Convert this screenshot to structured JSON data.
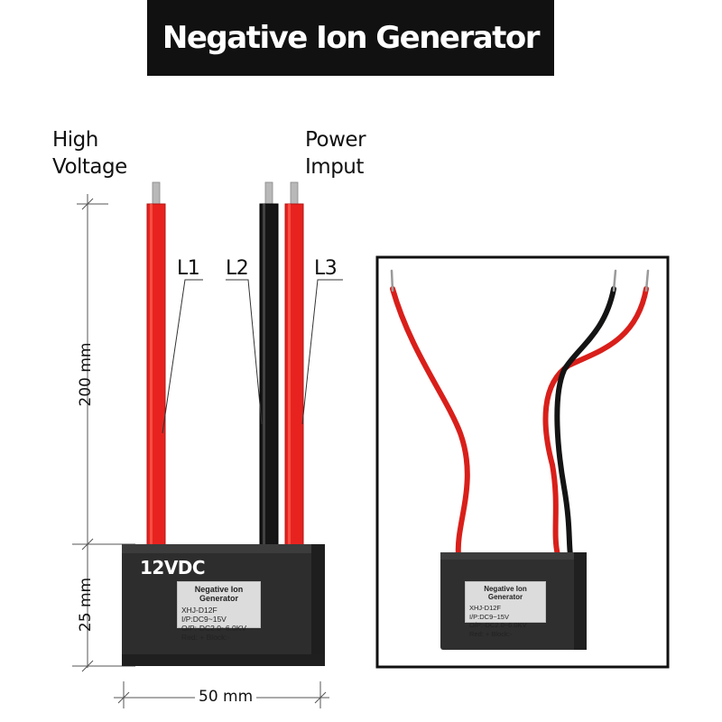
{
  "title": "Negative Ion Generator",
  "callouts": {
    "high_voltage": [
      "High",
      "Voltage"
    ],
    "power_input": [
      "Power",
      "Imput"
    ]
  },
  "wire_labels": [
    "L1",
    "L2",
    "L3"
  ],
  "dimensions": {
    "wire_length": "200 mm",
    "body_height": "25 mm",
    "body_width": "50 mm"
  },
  "module": {
    "voltage_label": "12VDC",
    "sticker": {
      "title": "Negative Ion Generator",
      "lines": [
        "XHJ-D12F",
        "I/P:DC9~15V",
        "O/P:-DC2.0~6.0KV",
        "Red: +    Block:-"
      ]
    }
  },
  "photo_sticker": {
    "title": "Negative Ion Generator",
    "lines": [
      "XHJ-D12F",
      "I/P:DC9~15V",
      "O/P:-DC2.0~6.0KV",
      "Red: +    Block:-"
    ]
  },
  "colors": {
    "wire_red": "#e8231f",
    "wire_black": "#111111",
    "module_body": "#2d2d2d",
    "title_bg": "#111111"
  }
}
